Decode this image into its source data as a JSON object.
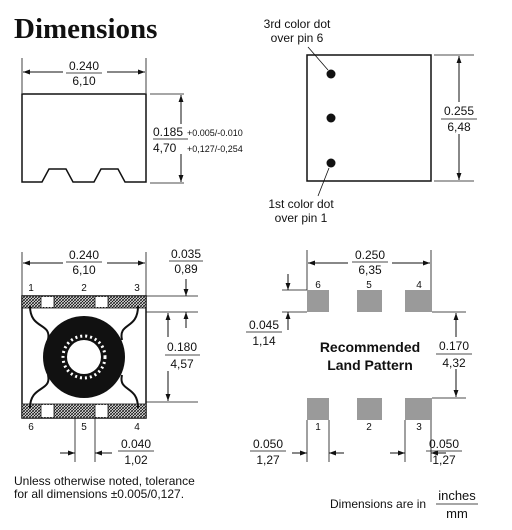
{
  "title": "Dimensions",
  "top_left": {
    "width_in": "0.240",
    "width_mm": "6,10",
    "height_in": "0.185",
    "height_tol_in": "+0.005/-0.010",
    "height_mm": "4,70",
    "height_tol_mm": "+0,127/-0,254"
  },
  "top_right": {
    "dot3_line1": "3rd color dot",
    "dot3_line2": "over pin 6",
    "dot1_line1": "1st color dot",
    "dot1_line2": "over pin 1",
    "height_in": "0.255",
    "height_mm": "6,48"
  },
  "bottom_left": {
    "width_in": "0.240",
    "width_mm": "6,10",
    "side_in": "0.035",
    "side_mm": "0,89",
    "height_in": "0.180",
    "height_mm": "4,57",
    "pitch_in": "0.040",
    "pitch_mm": "1,02",
    "pins_top": [
      "1",
      "2",
      "3"
    ],
    "pins_bottom": [
      "6",
      "5",
      "4"
    ]
  },
  "bottom_right": {
    "width_in": "0.250",
    "width_mm": "6,35",
    "pad_h_in": "0.045",
    "pad_h_mm": "1,14",
    "gap_in": "0.170",
    "gap_mm": "4,32",
    "left_in": "0.050",
    "left_mm": "1,27",
    "right_in": "0.050",
    "right_mm": "1,27",
    "label_line1": "Recommended",
    "label_line2": "Land Pattern",
    "pins_top": [
      "6",
      "5",
      "4"
    ],
    "pins_bottom": [
      "1",
      "2",
      "3"
    ]
  },
  "note_line1": "Unless otherwise noted, tolerance",
  "note_line2": "for all dimensions ±0.005/0,127.",
  "units_prefix": "Dimensions are in",
  "units_num": "inches",
  "units_den": "mm"
}
